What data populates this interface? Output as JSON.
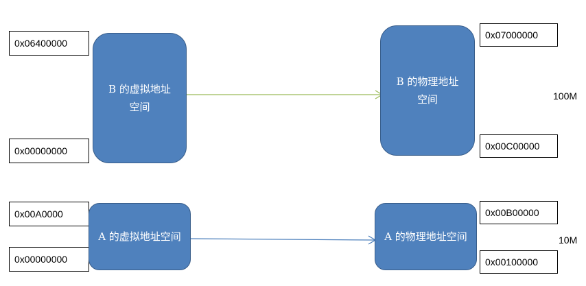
{
  "top_row": {
    "virtual_box": "B 的虚拟地址空间",
    "physical_box": "B 的物理地址空间",
    "virtual_high": "0x06400000",
    "virtual_low": "0x00000000",
    "physical_high": "0x07000000",
    "physical_low": "0x00C00000",
    "size": "100M"
  },
  "bottom_row": {
    "virtual_box": "A 的虚拟地址空间",
    "physical_box": "A 的物理地址空间",
    "virtual_high": "0x00A0000",
    "virtual_low": "0x00000000",
    "physical_high": "0x00B00000",
    "physical_low": "0x00100000",
    "size": "10M"
  },
  "colors": {
    "box_fill": "#4f81bd",
    "box_border": "#385d8a",
    "top_arrow": "#9bbb59",
    "bottom_arrow": "#4a7ebb"
  }
}
